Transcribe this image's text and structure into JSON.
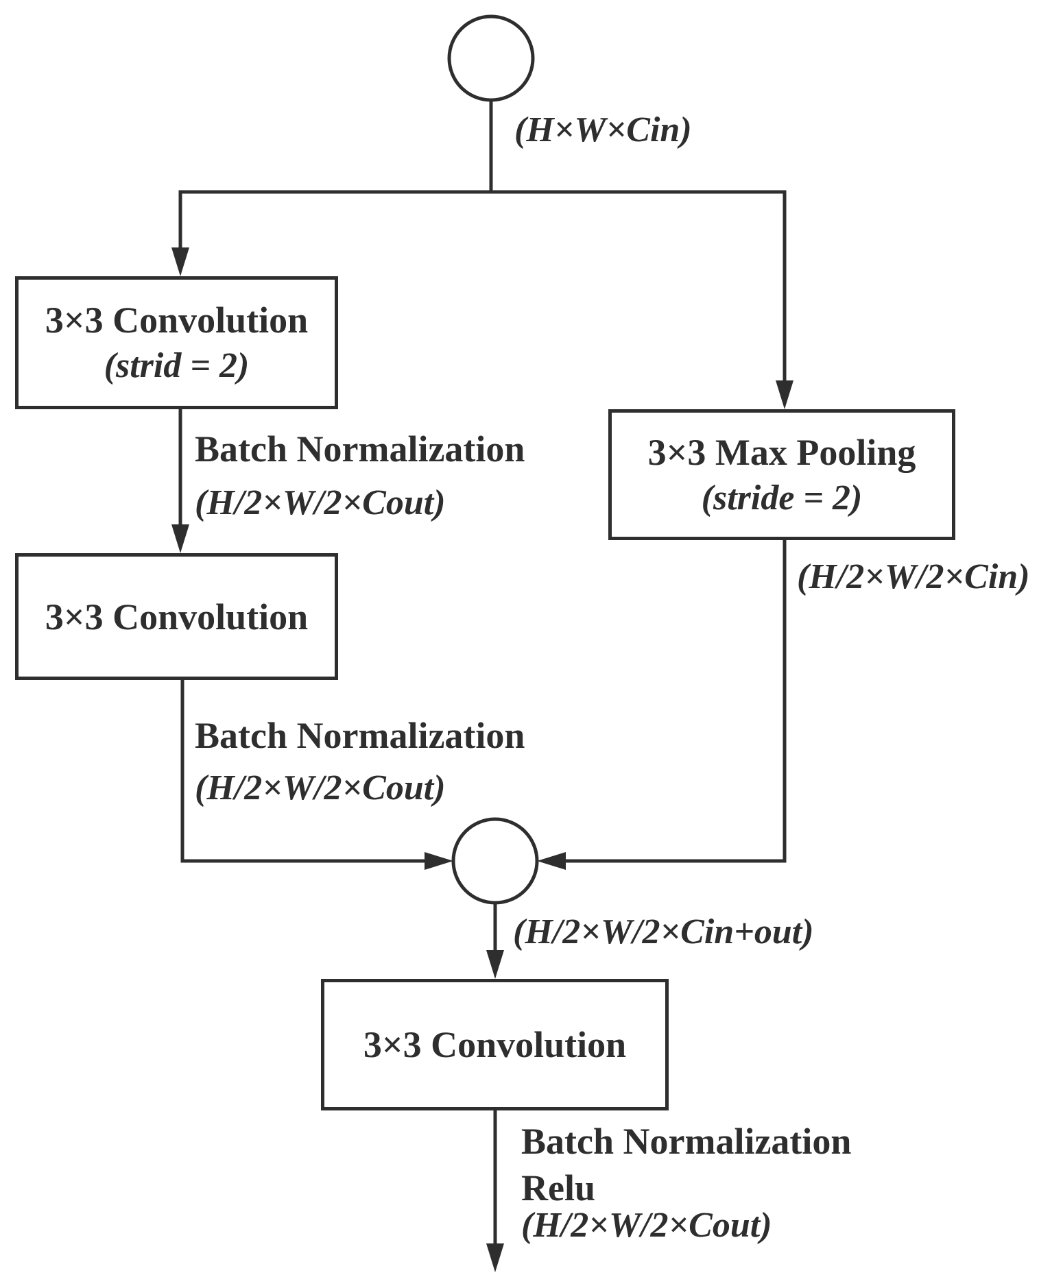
{
  "colors": {
    "ink": "#2e2e2e",
    "background": "#ffffff"
  },
  "diagram": {
    "input": {
      "node": "input-circle",
      "shape": "(H×W×Cin)"
    },
    "left": {
      "conv1": {
        "title": "3×3 Convolution",
        "subtitle": "(strid = 2)"
      },
      "bn1": {
        "title": "Batch Normalization",
        "shape": "(H/2×W/2×Cout)"
      },
      "conv2": {
        "title": "3×3 Convolution"
      },
      "bn2": {
        "title": "Batch Normalization",
        "shape": "(H/2×W/2×Cout)"
      }
    },
    "right": {
      "pool": {
        "title": "3×3 Max Pooling",
        "subtitle": "(stride = 2)"
      },
      "shape": "(H/2×W/2×Cin)"
    },
    "concat": {
      "node": "concatenation-circle",
      "shape": "(H/2×W/2×Cin+out)"
    },
    "out": {
      "conv3": {
        "title": "3×3 Convolution"
      },
      "bn": "Batch Normalization",
      "relu": "Relu",
      "shape": "(H/2×W/2×Cout)"
    }
  }
}
